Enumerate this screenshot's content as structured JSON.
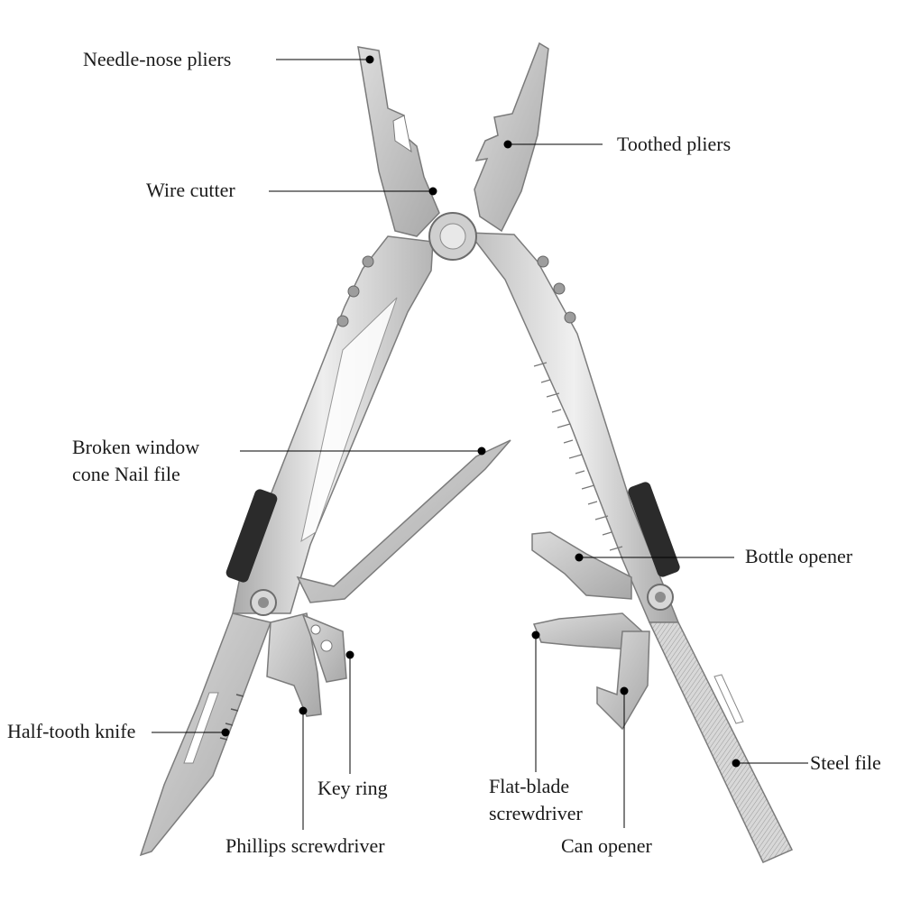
{
  "labels": {
    "needle_nose_pliers": "Needle-nose pliers",
    "toothed_pliers": "Toothed pliers",
    "wire_cutter": "Wire cutter",
    "broken_window_line1": "Broken window",
    "broken_window_line2": "cone Nail file",
    "bottle_opener": "Bottle opener",
    "half_tooth_knife": "Half-tooth knife",
    "steel_file": "Steel file",
    "key_ring": "Key ring",
    "flat_blade_line1": "Flat-blade",
    "flat_blade_line2": "screwdriver",
    "phillips_screwdriver": "Phillips screwdriver",
    "can_opener": "Can opener"
  },
  "colors": {
    "steel_light": "#e6e6e6",
    "steel_mid": "#c2c2c2",
    "steel_dark": "#8a8a8a",
    "rubber": "#2b2b2b",
    "leader": "#000000"
  }
}
